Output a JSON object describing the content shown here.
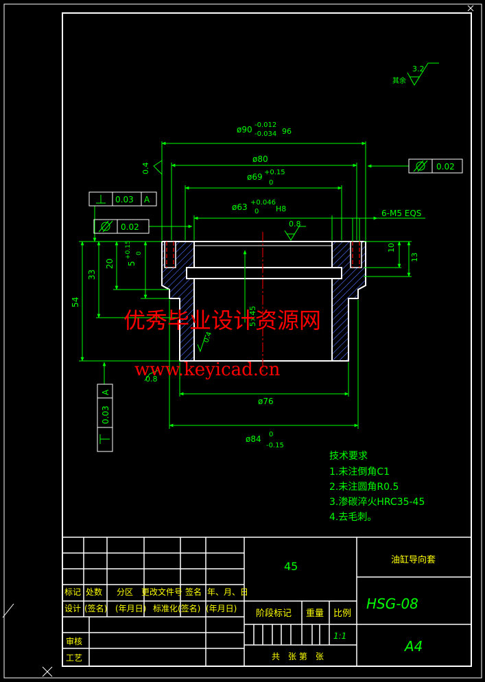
{
  "drawing": {
    "dimensions": {
      "outer_dia": "ø90",
      "outer_dia_tol_upper": "-0.012",
      "outer_dia_tol_lower": "-0.034",
      "outer_dia_fit": "96",
      "dia80": "ø80",
      "dia69": "ø69",
      "dia69_tol_upper": "+0.15",
      "dia69_tol_lower": "0",
      "dia63": "ø63",
      "dia63_tol_upper": "+0.046",
      "dia63_tol_lower": "0",
      "dia63_fit": "H8",
      "holes": "6-M5 EQS",
      "dim10": "10",
      "dim13": "13",
      "dim54": "54",
      "dim33": "33",
      "dim20": "20",
      "dim5": "5",
      "dim5_tol_upper": "+0.15",
      "dim5_tol_lower": "0",
      "dim5_45": "5×45",
      "dia76": "ø76",
      "dia84": "ø84",
      "dia84_tol_upper": "0",
      "dia84_tol_lower": "-0.15"
    },
    "surface": {
      "rest_label": "其余",
      "rest_value": "3.2",
      "r04": "0.4",
      "r08_top": "0.8",
      "r08_bottom": "0.8",
      "r04_inner": "0.4"
    },
    "tolerances": {
      "perp_top_value": "0.03",
      "perp_top_datum": "A",
      "cyl_left_value": "0.02",
      "cyl_right_value": "0.02",
      "perp_bottom_value": "0.03",
      "perp_bottom_datum": "A",
      "datum_label": "A"
    },
    "tech_req": {
      "title": "技术要求",
      "items": [
        "1.未注倒角C1",
        "2.未注圆角R0.5",
        "3.渗碳淬火HRC35-45",
        "4.去毛刺。"
      ]
    },
    "watermark": {
      "line1": "优秀毕业设计资源网",
      "line2": "www.keyicad.cn"
    }
  },
  "title_block": {
    "material": "45",
    "part_name": "油缸导向套",
    "drawing_no": "HSG-08",
    "paper_size": "A4",
    "scale": "1:1",
    "header_row": [
      "标记",
      "处数",
      "分区",
      "更改文件号",
      "签名",
      "年、月、日"
    ],
    "design_row": [
      "设计",
      "(签名)",
      "(年月日)",
      "标准化",
      "(签名)",
      "(年月日)"
    ],
    "stage_label": "阶段标记",
    "weight_label": "重量",
    "ratio_label": "比例",
    "review_label": "审核",
    "process_label": "工艺",
    "sheets_label": "共　张 第　张"
  },
  "colors": {
    "line": "#ffffff",
    "text": "#00ff00",
    "hatch": "#4a6fff",
    "center": "#ff0000",
    "watermark": "#ff0000"
  }
}
